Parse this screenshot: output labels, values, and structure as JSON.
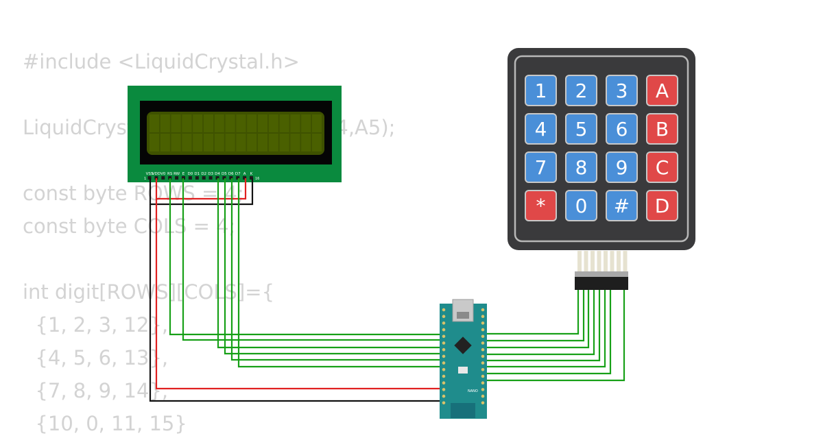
{
  "code_lines": [
    "#include <LiquidCrystal.h>",
    "",
    "LiquidCrystal lcd(13,12,11,10,A4,A5);",
    "",
    "const byte ROWS = 4;",
    "const byte COLS = 4;",
    "",
    "int digit[ROWS][COLS]={",
    "  {1, 2, 3, 12},",
    "  {4, 5, 6, 13},",
    "  {7, 8, 9, 14},",
    "  {10, 0, 11, 15}"
  ],
  "lcd": {
    "pin_labels": [
      "VSS",
      "VDD",
      "V0",
      "RS",
      "RW",
      "E",
      "D0",
      "D1",
      "D2",
      "D3",
      "D4",
      "D5",
      "D6",
      "D7",
      "A",
      "K"
    ],
    "pin_num_first": "1",
    "pin_num_last": "16"
  },
  "keypad": {
    "keys": [
      [
        "1",
        "2",
        "3",
        "A"
      ],
      [
        "4",
        "5",
        "6",
        "B"
      ],
      [
        "7",
        "8",
        "9",
        "C"
      ],
      [
        "*",
        "0",
        "#",
        "D"
      ]
    ]
  },
  "nano": {
    "label": "NANO"
  },
  "colors": {
    "code_text": "#d3d3d3",
    "lcd_board": "#0a8a3e",
    "lcd_screen": "#3f5200",
    "keypad_body": "#3a3a3c",
    "key_blue": "#4a8fd8",
    "key_red": "#e04848",
    "nano_board": "#1f8c8c",
    "wire_green": "#17a017",
    "wire_red": "#e02020",
    "wire_black": "#111111"
  }
}
